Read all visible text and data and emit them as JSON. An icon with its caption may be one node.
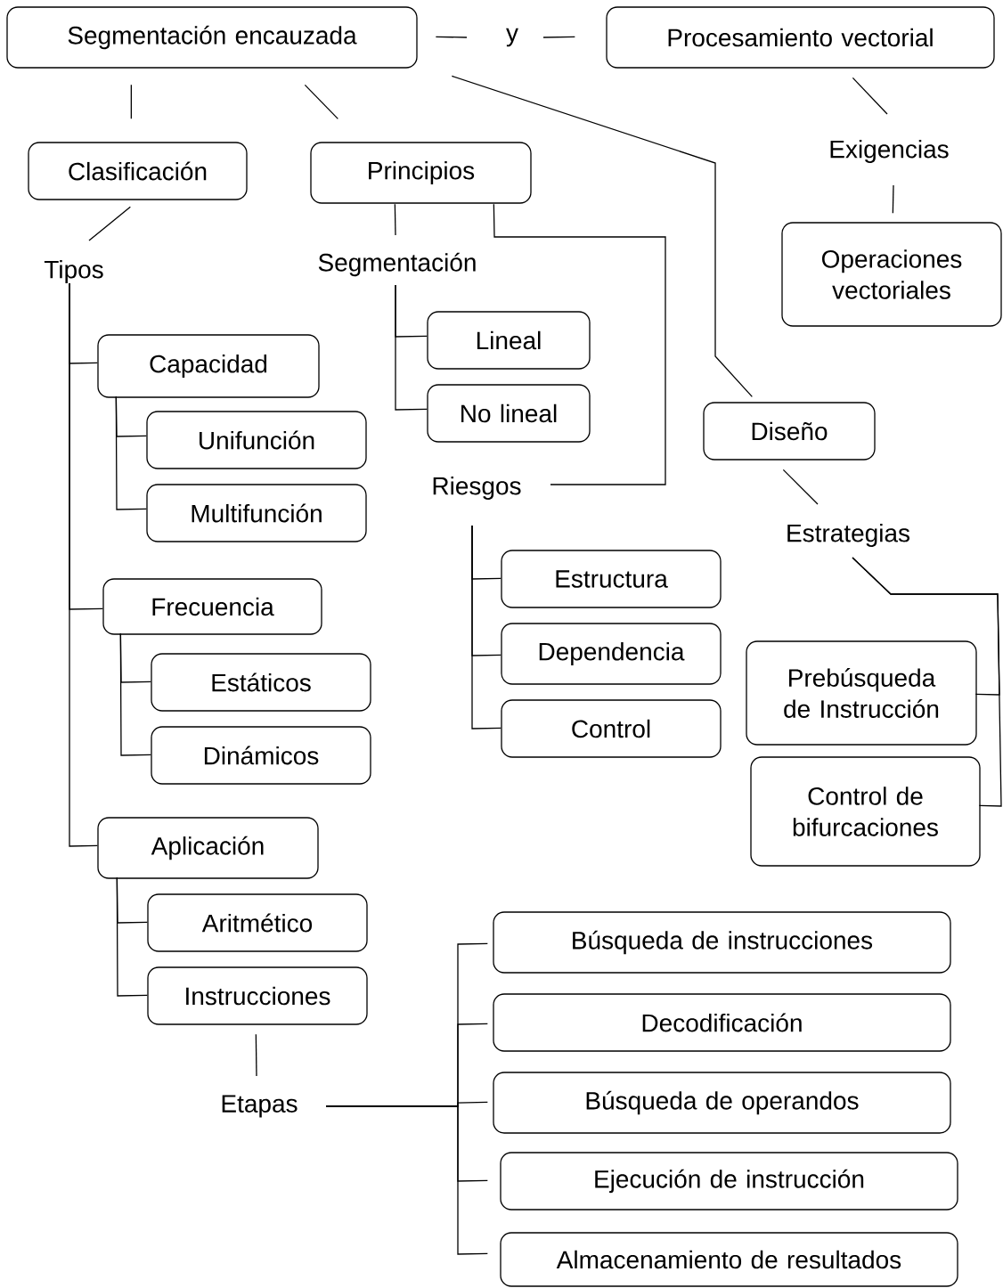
{
  "diagram": {
    "nodes": [
      {
        "text": [
          "Segmentación encauzada"
        ]
      },
      {
        "text": [
          "y"
        ]
      },
      {
        "text": [
          "Procesamiento vectorial"
        ]
      },
      {
        "text": [
          "Clasificación"
        ]
      },
      {
        "text": [
          "Principios"
        ]
      },
      {
        "text": [
          "Exigencias"
        ]
      },
      {
        "text": [
          "Tipos"
        ]
      },
      {
        "text": [
          "Segmentación"
        ]
      },
      {
        "text": [
          "Operaciones vectoriales"
        ]
      },
      {
        "text": [
          "Capacidad"
        ]
      },
      {
        "text": [
          "Lineal"
        ]
      },
      {
        "text": [
          "No lineal"
        ]
      },
      {
        "text": [
          "Diseño"
        ]
      },
      {
        "text": [
          "Unifunción"
        ]
      },
      {
        "text": [
          "Riesgos"
        ]
      },
      {
        "text": [
          "Multifunción"
        ]
      },
      {
        "text": [
          "Estrategias"
        ]
      },
      {
        "text": [
          "Estructura"
        ]
      },
      {
        "text": [
          "Frecuencia"
        ]
      },
      {
        "text": [
          "Dependencia"
        ]
      },
      {
        "text": [
          "Prebúsqueda de Instrucción"
        ]
      },
      {
        "text": [
          "Estáticos"
        ]
      },
      {
        "text": [
          "Control"
        ]
      },
      {
        "text": [
          "Dinámicos"
        ]
      },
      {
        "text": [
          "Control de bifurcaciones"
        ]
      },
      {
        "text": [
          "Aplicación"
        ]
      },
      {
        "text": [
          "Aritmético"
        ]
      },
      {
        "text": [
          "Búsqueda de instrucciones"
        ]
      },
      {
        "text": [
          "Instrucciones"
        ]
      },
      {
        "text": [
          "Decodificación"
        ]
      },
      {
        "text": [
          "Etapas"
        ]
      },
      {
        "text": [
          "Búsqueda de operandos"
        ]
      },
      {
        "text": [
          "Ejecución de instrucción"
        ]
      },
      {
        "text": [
          "Almacenamiento de resultados"
        ]
      }
    ],
    "edges": [
      {
        "from": 0,
        "to": 1,
        "arrow": "none"
      },
      {
        "from": 1,
        "to": 2,
        "arrow": "none"
      },
      {
        "from": 0,
        "to": 3,
        "arrow": "none"
      },
      {
        "from": 0,
        "to": 4,
        "arrow": "none"
      },
      {
        "from": 0,
        "to": 12,
        "arrow": "none"
      },
      {
        "from": 2,
        "to": 5,
        "arrow": "none"
      },
      {
        "from": 5,
        "to": 8,
        "arrow": "none"
      },
      {
        "from": 3,
        "to": 6,
        "arrow": "none"
      },
      {
        "from": 4,
        "to": 7,
        "arrow": "none"
      },
      {
        "from": 4,
        "to": 14,
        "arrow": "none"
      },
      {
        "from": 7,
        "to": 10,
        "arrow": "none"
      },
      {
        "from": 7,
        "to": 11,
        "arrow": "none"
      },
      {
        "from": 6,
        "to": 9,
        "arrow": "none"
      },
      {
        "from": 6,
        "to": 18,
        "arrow": "none"
      },
      {
        "from": 6,
        "to": 25,
        "arrow": "none"
      },
      {
        "from": 9,
        "to": 13,
        "arrow": "none"
      },
      {
        "from": 9,
        "to": 15,
        "arrow": "none"
      },
      {
        "from": 18,
        "to": 21,
        "arrow": "none"
      },
      {
        "from": 18,
        "to": 23,
        "arrow": "none"
      },
      {
        "from": 25,
        "to": 26,
        "arrow": "none"
      },
      {
        "from": 25,
        "to": 28,
        "arrow": "none"
      },
      {
        "from": 14,
        "to": 17,
        "arrow": "none"
      },
      {
        "from": 14,
        "to": 19,
        "arrow": "none"
      },
      {
        "from": 14,
        "to": 22,
        "arrow": "none"
      },
      {
        "from": 12,
        "to": 16,
        "arrow": "none"
      },
      {
        "from": 16,
        "to": 20,
        "arrow": "none"
      },
      {
        "from": 16,
        "to": 24,
        "arrow": "none"
      },
      {
        "from": 28,
        "to": 30,
        "arrow": "none"
      },
      {
        "from": 30,
        "to": 27,
        "arrow": "none"
      },
      {
        "from": 30,
        "to": 29,
        "arrow": "none"
      },
      {
        "from": 30,
        "to": 31,
        "arrow": "none"
      },
      {
        "from": 30,
        "to": 32,
        "arrow": "none"
      },
      {
        "from": 30,
        "to": 33,
        "arrow": "none"
      }
    ]
  }
}
